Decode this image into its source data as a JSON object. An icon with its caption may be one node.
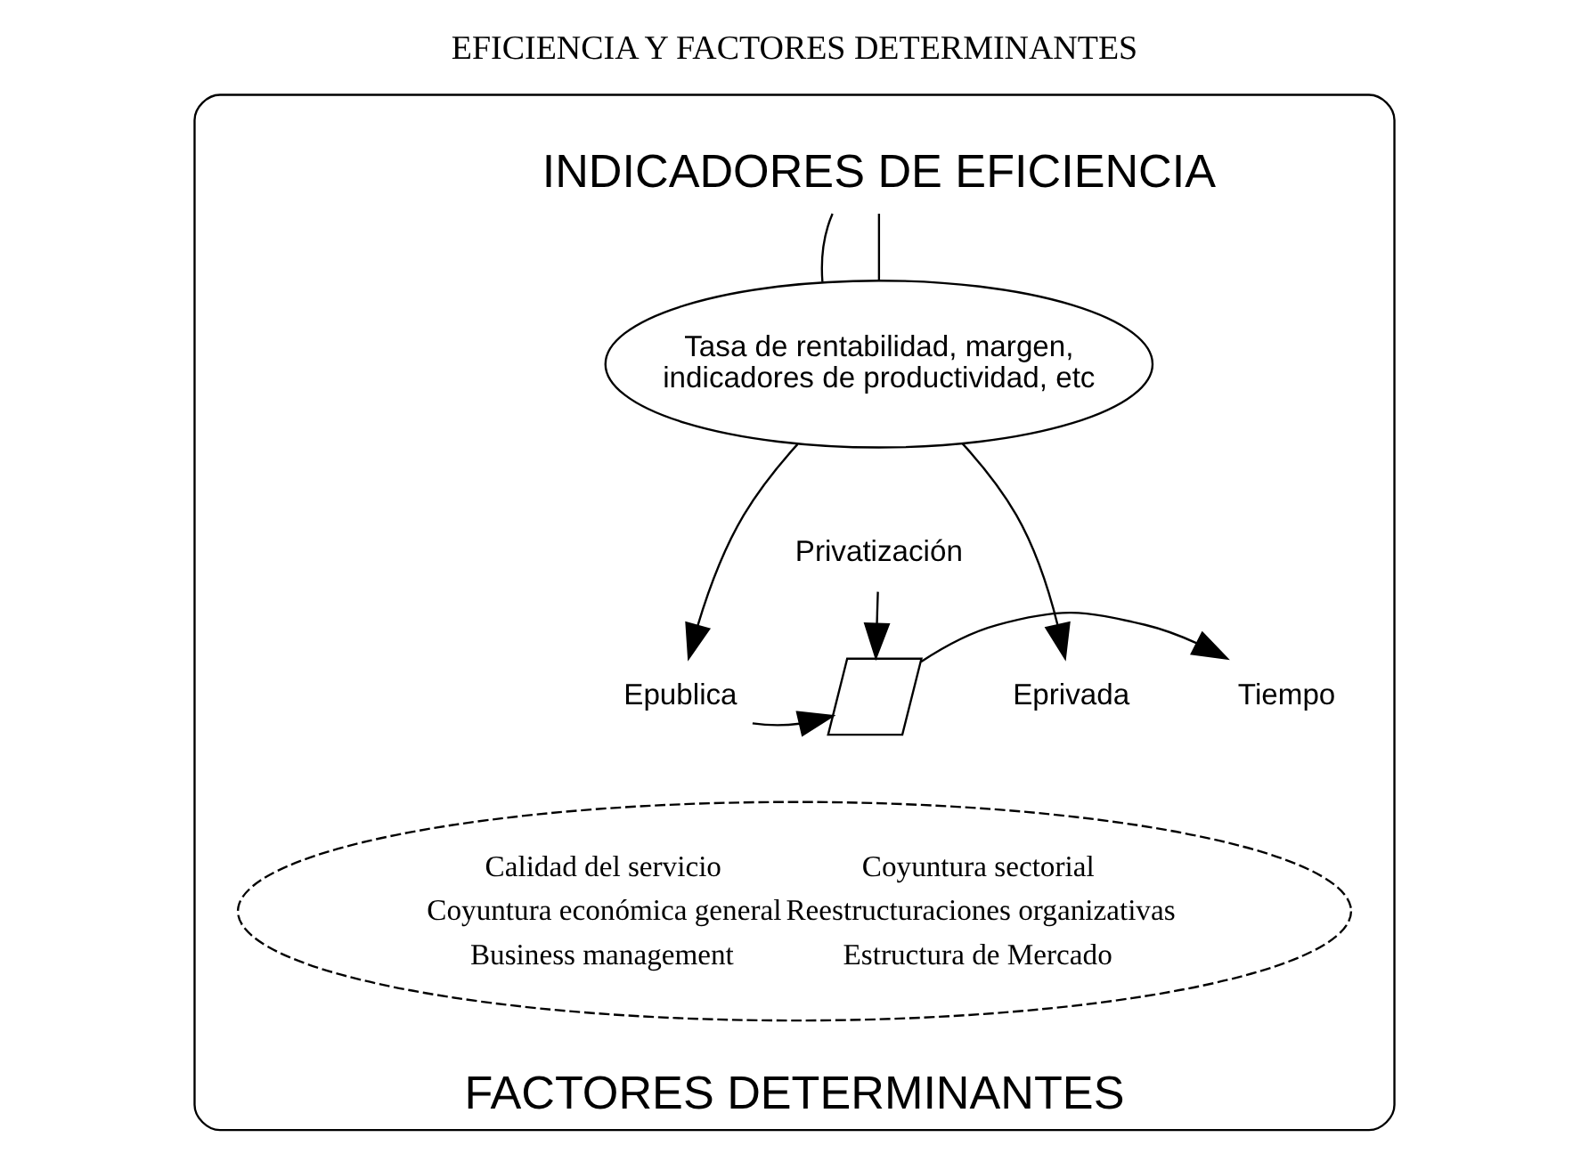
{
  "diagram": {
    "title": "EFICIENCIA Y FACTORES DETERMINANTES",
    "nodes": [
      {
        "text": [
          "FACTORES DETERMINANTES"
        ]
      },
      {
        "text": [
          "INDICADORES DE EFICIENCIA"
        ],
        "in": 0
      },
      {
        "text": [
          "Tasa de rentabilidad, margen, indicadores de productividad, etc"
        ],
        "in": 0
      },
      {
        "text": [
          "Privatización"
        ],
        "in": 0
      },
      {
        "text": [
          "Epublica"
        ],
        "in": 0
      },
      {
        "text": [],
        "shape": "bar",
        "in": 0
      },
      {
        "text": [
          "Eprivada"
        ],
        "in": 0
      },
      {
        "text": [
          "Tiempo"
        ],
        "in": 0
      },
      {
        "text": [
          "Calidad del servicio",
          "Coyuntura sectorial",
          "Coyuntura económica general",
          "Reestructuraciones organizativas",
          "Business management",
          "Estructura de Mercado"
        ],
        "in": 0
      }
    ],
    "edges": [
      {
        "from": 1,
        "to": 2,
        "arrow": "none"
      },
      {
        "from": 1,
        "to": 2,
        "arrow": "none"
      },
      {
        "from": 2,
        "to": 4,
        "arrow": "to"
      },
      {
        "from": 2,
        "to": 6,
        "arrow": "to"
      },
      {
        "from": 3,
        "to": 5,
        "arrow": "to"
      },
      {
        "from": 4,
        "to": 5,
        "arrow": "to"
      },
      {
        "from": 5,
        "to": 7,
        "arrow": "to"
      }
    ]
  }
}
